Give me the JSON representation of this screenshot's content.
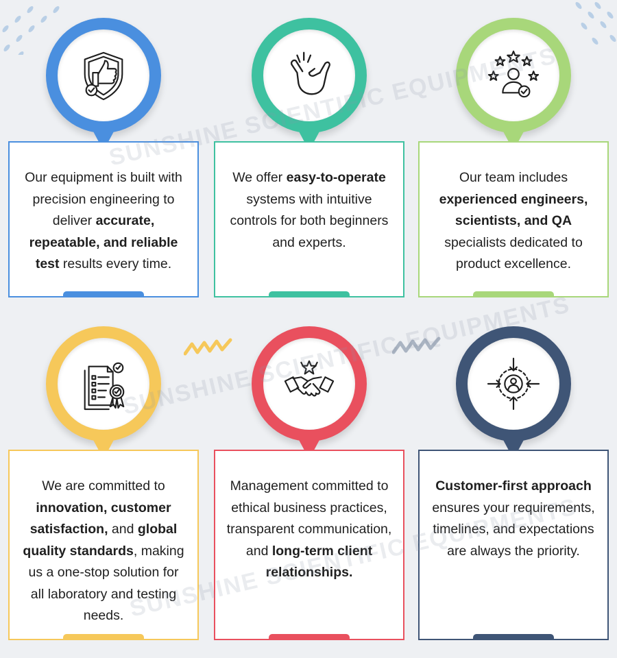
{
  "watermark": {
    "line1": "SUNSHINE SCIENTIFIC EQUIPMENTS",
    "line2": "SUNSHINE SCIENTIFIC EQUIPMENTS",
    "line3": "SUNSHINE SCIENTIFIC EQUIPMENTS"
  },
  "colors": {
    "blue": "#4a8fdf",
    "teal": "#3ec1a0",
    "green": "#a8d77a",
    "yellow": "#f6c85a",
    "red": "#e9505e",
    "navy": "#3f5576"
  },
  "cards": [
    {
      "icon": "shield-thumbs-up-icon",
      "segments": [
        {
          "t": "Our equipment is built with precision engineering to deliver ",
          "b": false
        },
        {
          "t": "accurate, repeatable, and reliable test",
          "b": true
        },
        {
          "t": " results every time.",
          "b": false
        }
      ]
    },
    {
      "icon": "snap-fingers-icon",
      "segments": [
        {
          "t": "We offer ",
          "b": false
        },
        {
          "t": "easy-to-operate",
          "b": true
        },
        {
          "t": " systems with intuitive controls for both beginners and experts.",
          "b": false
        }
      ]
    },
    {
      "icon": "expert-stars-icon",
      "segments": [
        {
          "t": "Our team includes ",
          "b": false
        },
        {
          "t": "experienced engineers, scientists, and QA",
          "b": true
        },
        {
          "t": " specialists dedicated to product excellence.",
          "b": false
        }
      ]
    },
    {
      "icon": "certified-documents-icon",
      "segments": [
        {
          "t": "We are committed to ",
          "b": false
        },
        {
          "t": "innovation, customer satisfaction,",
          "b": true
        },
        {
          "t": " and ",
          "b": false
        },
        {
          "t": "global quality standards",
          "b": true
        },
        {
          "t": ", making us a one-stop solution for all laboratory and testing needs.",
          "b": false
        }
      ]
    },
    {
      "icon": "handshake-star-icon",
      "segments": [
        {
          "t": "Management committed to ethical business practices, transparent communication, and ",
          "b": false
        },
        {
          "t": "long-term client relationships.",
          "b": true
        }
      ]
    },
    {
      "icon": "customer-target-icon",
      "segments": [
        {
          "t": "Customer-first approach",
          "b": true
        },
        {
          "t": " ensures your requirements, timelines, and expectations are always the priority.",
          "b": false
        }
      ]
    }
  ]
}
